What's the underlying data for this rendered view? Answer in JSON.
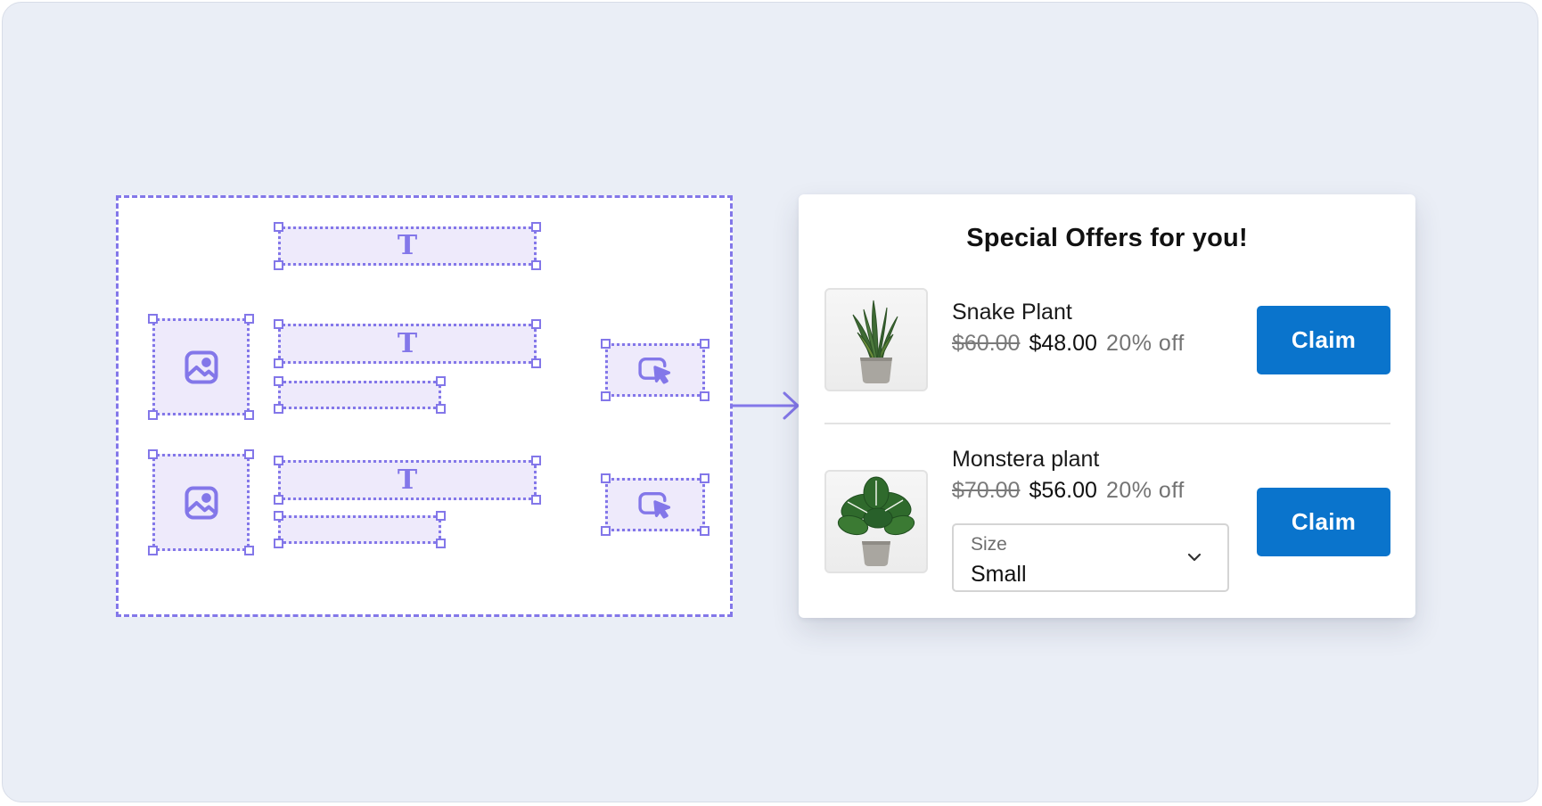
{
  "colors": {
    "background": "#eaeef6",
    "wireframe_accent": "#8377e9",
    "wireframe_fill": "#eeeafb",
    "claim_button": "#0a74cc"
  },
  "wireframe": {
    "icons": [
      "text-icon",
      "image-icon",
      "cursor-click-icon"
    ],
    "text_glyph": "T"
  },
  "offer_card": {
    "title": "Special Offers for you!",
    "products": [
      {
        "name": "Snake Plant",
        "old_price": "$60.00",
        "new_price": "$48.00",
        "discount": "20% off",
        "claim_label": "Claim",
        "image_icon": "snake-plant-image"
      },
      {
        "name": "Monstera plant",
        "old_price": "$70.00",
        "new_price": "$56.00",
        "discount": "20% off",
        "claim_label": "Claim",
        "image_icon": "monstera-plant-image",
        "size_select": {
          "label": "Size",
          "value": "Small"
        }
      }
    ]
  }
}
